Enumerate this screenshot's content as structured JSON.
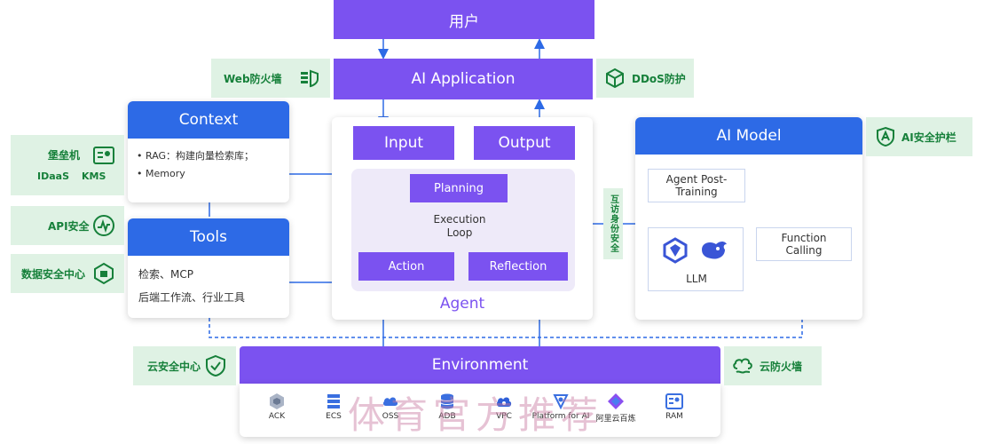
{
  "user": "用户",
  "app": "AI Application",
  "web_fw": "Web防火墙",
  "ddos": "DDoS防护",
  "context": {
    "title": "Context",
    "items": [
      "RAG：构建向量检索库；",
      "Memory"
    ]
  },
  "tools": {
    "title": "Tools",
    "items": [
      "检索、MCP",
      "后端工作流、行业工具"
    ]
  },
  "agent": {
    "input": "Input",
    "output": "Output",
    "planning": "Planning",
    "loop_1": "Execution",
    "loop_2": "Loop",
    "action": "Action",
    "reflection": "Reflection",
    "label": "Agent"
  },
  "mutual_id": "互访身份安全",
  "model": {
    "title": "AI Model",
    "post_1": "Agent Post-",
    "post_2": "Training",
    "llm": "LLM",
    "fc_1": "Function",
    "fc_2": "Calling"
  },
  "ai_guard": "AI安全护栏",
  "bastion": {
    "title": "堡垒机",
    "idaas": "IDaaS",
    "kms": "KMS"
  },
  "api_sec": "API安全",
  "data_sec": "数据安全中心",
  "cloud_sec": "云安全中心",
  "cloud_fw": "云防火墙",
  "environment": {
    "title": "Environment",
    "icons": [
      "ACK",
      "ECS",
      "OSS",
      "ADB",
      "VPC",
      "Platform for AI",
      "阿里云百炼",
      "RAM"
    ]
  },
  "watermark": "体育官方推荐",
  "colors": {
    "purple": "#7b52f0",
    "blue": "#2d6ae6",
    "green_bg": "#dff2e4",
    "green_text": "#16803a"
  }
}
